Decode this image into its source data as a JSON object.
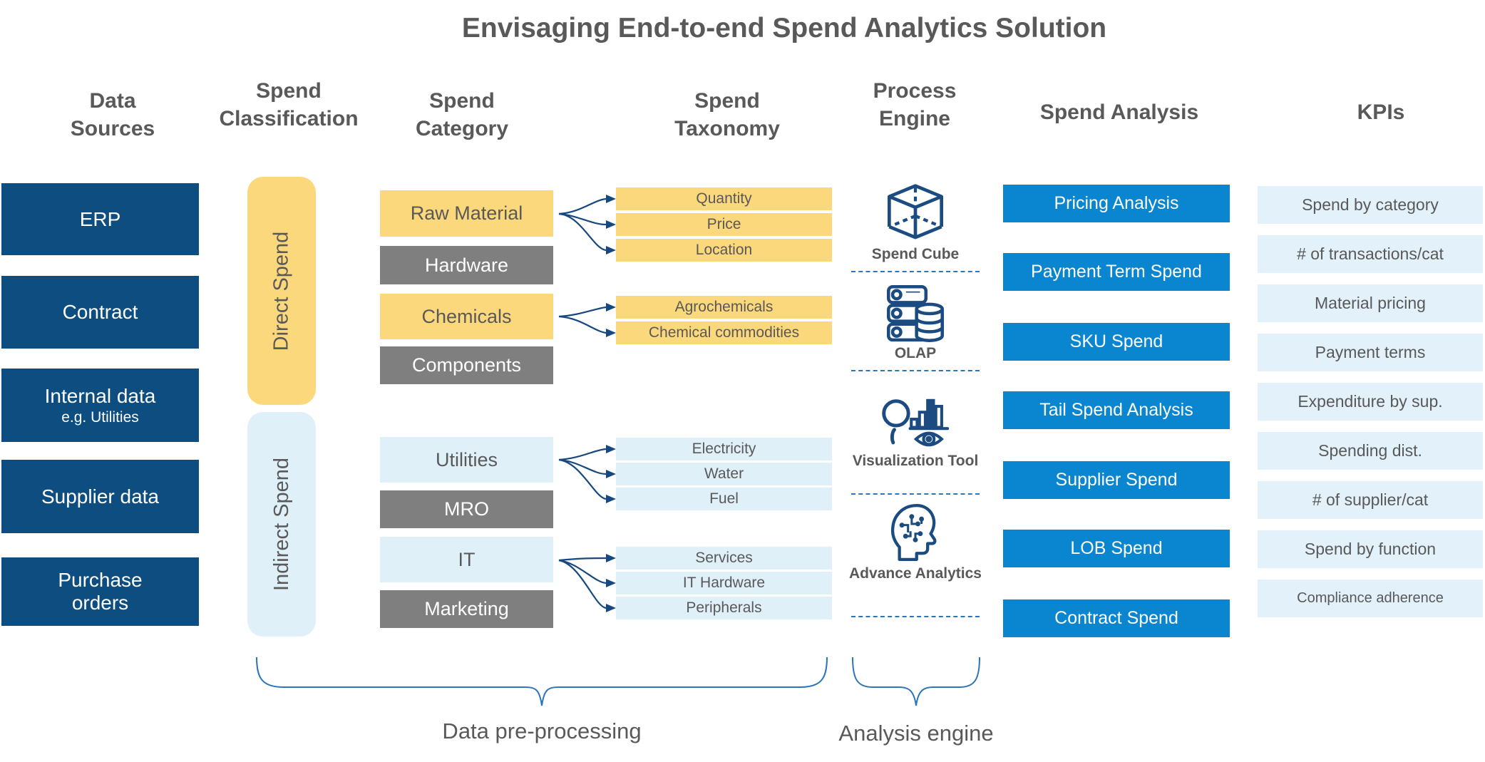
{
  "title": "Envisaging End-to-end Spend Analytics Solution",
  "headers": {
    "data_sources": "Data Sources",
    "spend_classification": "Spend Classification",
    "spend_category": "Spend Category",
    "spend_taxonomy": "Spend Taxonomy",
    "process_engine": "Process Engine",
    "spend_analysis": "Spend Analysis",
    "kpis": "KPIs"
  },
  "data_sources": {
    "items": [
      {
        "label": "ERP"
      },
      {
        "label": "Contract"
      },
      {
        "label": "Internal data",
        "sublabel": "e.g. Utilities"
      },
      {
        "label": "Supplier data"
      },
      {
        "label": "Purchase orders"
      }
    ]
  },
  "classification": {
    "items": [
      {
        "label": "Direct Spend"
      },
      {
        "label": "Indirect Spend"
      }
    ]
  },
  "categories": {
    "items": [
      {
        "label": "Raw Material"
      },
      {
        "label": "Hardware"
      },
      {
        "label": "Chemicals"
      },
      {
        "label": "Components"
      },
      {
        "label": "Utilities"
      },
      {
        "label": "MRO"
      },
      {
        "label": "IT"
      },
      {
        "label": "Marketing"
      }
    ]
  },
  "taxonomy": {
    "items": [
      {
        "label": "Quantity"
      },
      {
        "label": "Price"
      },
      {
        "label": "Location"
      },
      {
        "label": "Agrochemicals"
      },
      {
        "label": "Chemical commodities"
      },
      {
        "label": "Electricity"
      },
      {
        "label": "Water"
      },
      {
        "label": "Fuel"
      },
      {
        "label": "Services"
      },
      {
        "label": "IT Hardware"
      },
      {
        "label": "Peripherals"
      }
    ]
  },
  "process_engine": {
    "items": [
      {
        "icon": "spend-cube-icon",
        "label": "Spend Cube"
      },
      {
        "icon": "olap-icon",
        "label": "OLAP"
      },
      {
        "icon": "visualization-tool-icon",
        "label": "Visualization Tool"
      },
      {
        "icon": "advance-analytics-icon",
        "label": "Advance Analytics"
      }
    ]
  },
  "spend_analysis": {
    "items": [
      {
        "label": "Pricing Analysis"
      },
      {
        "label": "Payment Term Spend"
      },
      {
        "label": "SKU Spend"
      },
      {
        "label": "Tail Spend Analysis"
      },
      {
        "label": "Supplier Spend"
      },
      {
        "label": "LOB Spend"
      },
      {
        "label": "Contract Spend"
      }
    ]
  },
  "kpis": {
    "items": [
      {
        "label": "Spend by category"
      },
      {
        "label": "# of transactions/cat"
      },
      {
        "label": "Material pricing"
      },
      {
        "label": "Payment terms"
      },
      {
        "label": "Expenditure by sup."
      },
      {
        "label": "Spending dist."
      },
      {
        "label": "# of supplier/cat"
      },
      {
        "label": "Spend by function"
      },
      {
        "label": "Compliance adherence"
      }
    ]
  },
  "footer": {
    "left_brace_label": "Data pre-processing",
    "right_brace_label": "Analysis engine"
  },
  "colors": {
    "navy": "#0e4d80",
    "bright_blue": "#0a86d1",
    "yellow": "#fbd87b",
    "light_blue": "#e0f0f9",
    "gray": "#7f7f7f",
    "text_gray": "#595959",
    "icon_navy": "#1b4b80",
    "line_blue": "#2e75b6"
  }
}
